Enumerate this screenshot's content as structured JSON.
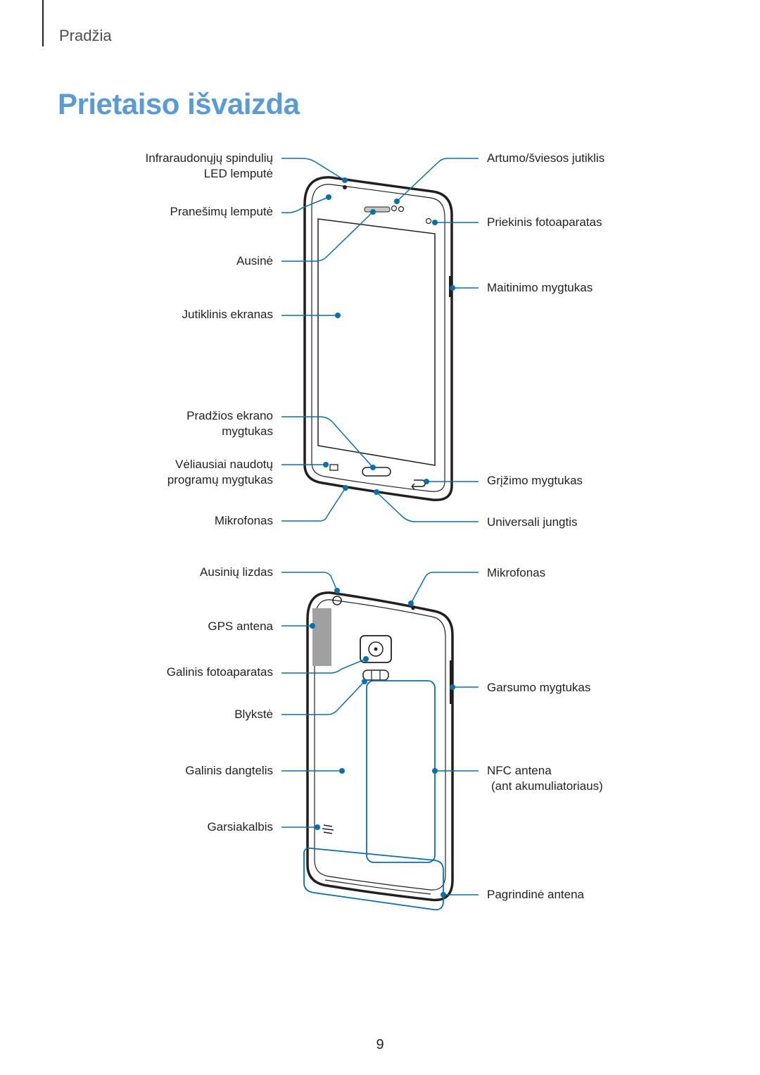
{
  "header": {
    "section": "Pradžia",
    "title": "Prietaiso išvaizda",
    "title_color": "#5b9bd5",
    "callout_color": "#0a6ea8"
  },
  "front_view": {
    "left_labels": [
      {
        "lines": [
          "Infraraudonųjų spindulių",
          "LED lemputė"
        ]
      },
      {
        "lines": [
          "Pranešimų lemputė"
        ]
      },
      {
        "lines": [
          "Ausinė"
        ]
      },
      {
        "lines": [
          "Jutiklinis ekranas"
        ]
      },
      {
        "lines": [
          "Pradžios ekrano",
          "mygtukas"
        ]
      },
      {
        "lines": [
          "Vėliausiai naudotų",
          "programų mygtukas"
        ]
      },
      {
        "lines": [
          "Mikrofonas"
        ]
      }
    ],
    "right_labels": [
      {
        "lines": [
          "Artumo/šviesos jutiklis"
        ]
      },
      {
        "lines": [
          "Priekinis fotoaparatas"
        ]
      },
      {
        "lines": [
          "Maitinimo mygtukas"
        ]
      },
      {
        "lines": [
          "Grįžimo mygtukas"
        ]
      },
      {
        "lines": [
          "Universali jungtis"
        ]
      }
    ]
  },
  "back_view": {
    "left_labels": [
      {
        "lines": [
          "Ausinių lizdas"
        ]
      },
      {
        "lines": [
          "GPS antena"
        ]
      },
      {
        "lines": [
          "Galinis fotoaparatas"
        ]
      },
      {
        "lines": [
          "Blykstė"
        ]
      },
      {
        "lines": [
          "Galinis dangtelis"
        ]
      },
      {
        "lines": [
          "Garsiakalbis"
        ]
      }
    ],
    "right_labels": [
      {
        "lines": [
          "Mikrofonas"
        ]
      },
      {
        "lines": [
          "Garsumo mygtukas"
        ]
      },
      {
        "lines": [
          "NFC antena",
          "(ant akumuliatoriaus)"
        ]
      },
      {
        "lines": [
          "Pagrindinė antena"
        ]
      }
    ]
  },
  "footer": {
    "page_number": "9"
  }
}
